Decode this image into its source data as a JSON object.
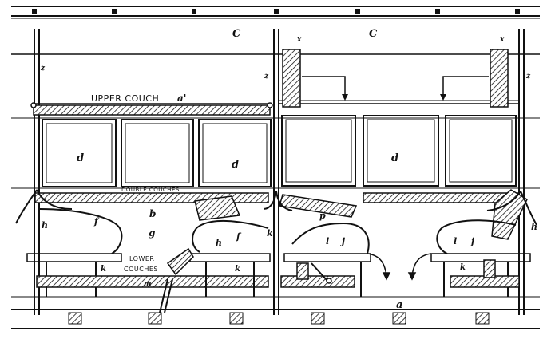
{
  "captions": {
    "upper_couch": "UPPER COUCH",
    "double_couches": "DOUBLE COUCHES",
    "lower_line1": "LOWER",
    "lower_line2": "COUCHES"
  },
  "letters": {
    "c": "C",
    "a_prime": "a'",
    "a": "a",
    "b": "b",
    "d": "d",
    "f": "f",
    "g": "g",
    "h": "h",
    "j": "j",
    "k": "k",
    "l": "l",
    "m": "m",
    "p": "p",
    "x": "x",
    "z": "z"
  },
  "colors": {
    "ink": "#111111",
    "paper": "#ffffff",
    "shade": "#8a8a8a"
  }
}
